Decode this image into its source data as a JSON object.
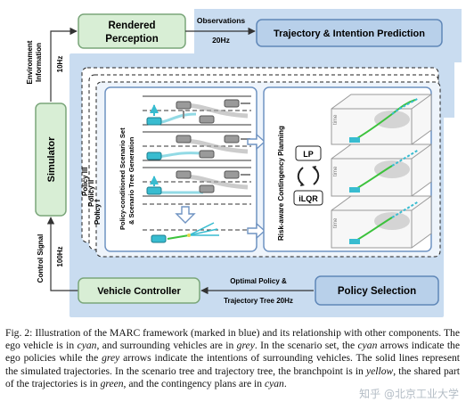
{
  "nodes": {
    "rendered_perception": [
      "Rendered",
      "Perception"
    ],
    "trajectory_prediction": "Trajectory & Intention  Prediction",
    "simulator": "Simulator",
    "vehicle_controller": "Vehicle Controller",
    "policy_selection": "Policy Selection",
    "scenario_generation": [
      "Policy-conditioned  Scenario Set",
      "& Scenario Tree Generation"
    ],
    "contingency_planning": "Risk-aware Contingency Planning",
    "lp": "LP",
    "ilqr": "iLQR",
    "time_label": "time",
    "policies": [
      "Policy III",
      "Policy II",
      "Policy I"
    ]
  },
  "edges": {
    "environment_info": [
      "Environment",
      "Information"
    ],
    "freq_env": "10Hz",
    "observations": "Observations",
    "freq_obs": "20Hz",
    "control_signal": "Control Signal",
    "freq_ctrl": "100Hz",
    "optimal_policy": "Optimal Policy &",
    "trajectory_tree": "Trajectory Tree 20Hz"
  },
  "colors": {
    "green_box": "#d8eed5",
    "green_border": "#7aa67a",
    "blue_box": "#b8d0ea",
    "blue_border": "#5f87b8",
    "blue_region": "#c9dcf0",
    "inner_panel": "#ffffff",
    "ego": "#38bcd0",
    "surrounding": "#9a9a9a",
    "shared": "#3cc23c",
    "branch": "#e6d84a"
  },
  "caption": {
    "label": "Fig. 2:",
    "parts": [
      {
        "t": " Illustration of the MARC framework (marked in blue) and its relationship with other components. The ego vehicle is in "
      },
      {
        "t": "cyan",
        "i": true
      },
      {
        "t": ", and surrounding vehicles are in "
      },
      {
        "t": "grey",
        "i": true
      },
      {
        "t": ". In the scenario set, the "
      },
      {
        "t": "cyan",
        "i": true
      },
      {
        "t": " arrows indicate the ego policies while the "
      },
      {
        "t": "grey",
        "i": true
      },
      {
        "t": " arrows indicate the intentions of surrounding vehicles. The solid lines represent the simulated trajectories. In the scenario tree and trajectory tree, the branchpoint is in "
      },
      {
        "t": "yellow",
        "i": true
      },
      {
        "t": ", the shared part of the trajectories is in "
      },
      {
        "t": "green",
        "i": true
      },
      {
        "t": ", and the contingency plans are in "
      },
      {
        "t": "cyan",
        "i": true
      },
      {
        "t": "."
      }
    ]
  },
  "watermark": "知乎 @北京工业大学"
}
